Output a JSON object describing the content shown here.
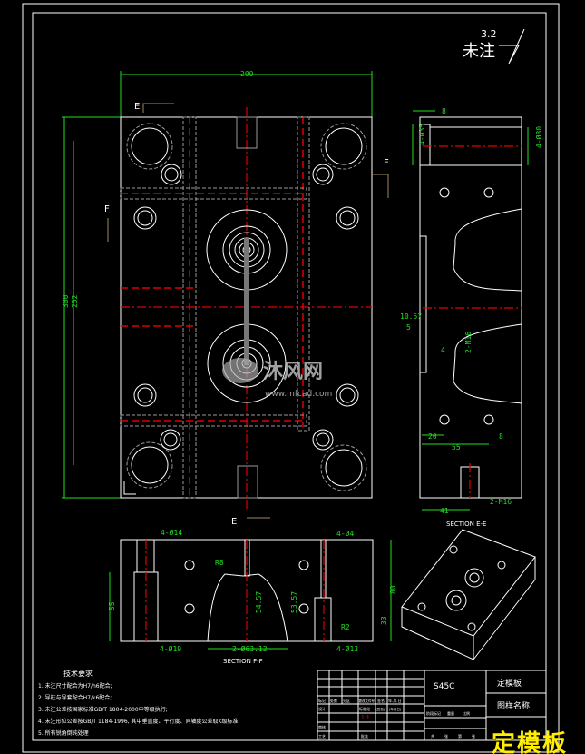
{
  "roughness": {
    "label": "未注",
    "value": "3.2"
  },
  "top_view": {
    "width_dim": "200",
    "height_dims": [
      "300",
      "252"
    ],
    "section_labels": {
      "e_top": "E",
      "e_bottom": "E",
      "f_left": "F",
      "f_right": "F"
    }
  },
  "section_ee": {
    "title": "SECTION E-E",
    "dims": [
      "8",
      "4-Ø35",
      "4-Ø30",
      "10.57",
      "5",
      "4",
      "2-M16",
      "20",
      "55",
      "8",
      "41",
      "2-M16"
    ]
  },
  "section_ff": {
    "title": "SECTION F-F",
    "dims": [
      "4-Ø14",
      "4-Ø4",
      "55",
      "80",
      "54.57",
      "53.57",
      "33",
      "4-Ø19",
      "2-Ø63.12",
      "4-Ø13",
      "R2",
      "R8"
    ]
  },
  "tech_notes": {
    "heading": "技术要求",
    "items": [
      "1. 未注尺寸配合为H7/h6配合;",
      "2. 导柱与导套配合H7/k6配合;",
      "3. 未注公差按国家标准GB/T 1804-2000中等级执行;",
      "4. 未注形位公差按GB/T 1184-1996, 其中垂直度、平行度、同轴度公差取K级标准;",
      "5. 所有锐角倒钝处理"
    ]
  },
  "title_block": {
    "material": "S45C",
    "part_name": "定模板",
    "drawing_name": "图样名称",
    "headers": [
      "标记",
      "处数",
      "分区",
      "更改文件号",
      "签名",
      "年.月.日"
    ],
    "row2": [
      "设计",
      "标准化",
      "(签名)",
      "(年月日)"
    ],
    "stage_headers": [
      "阶段标记",
      "重量",
      "比例"
    ],
    "scale": "1:1",
    "review": "审核",
    "process": "工艺",
    "approve": "批准",
    "sheets": [
      "共",
      "张",
      "第",
      "张"
    ]
  },
  "watermark": {
    "brand": "沐风网",
    "url": "www.mfcad.com",
    "overlay": "定模板"
  }
}
